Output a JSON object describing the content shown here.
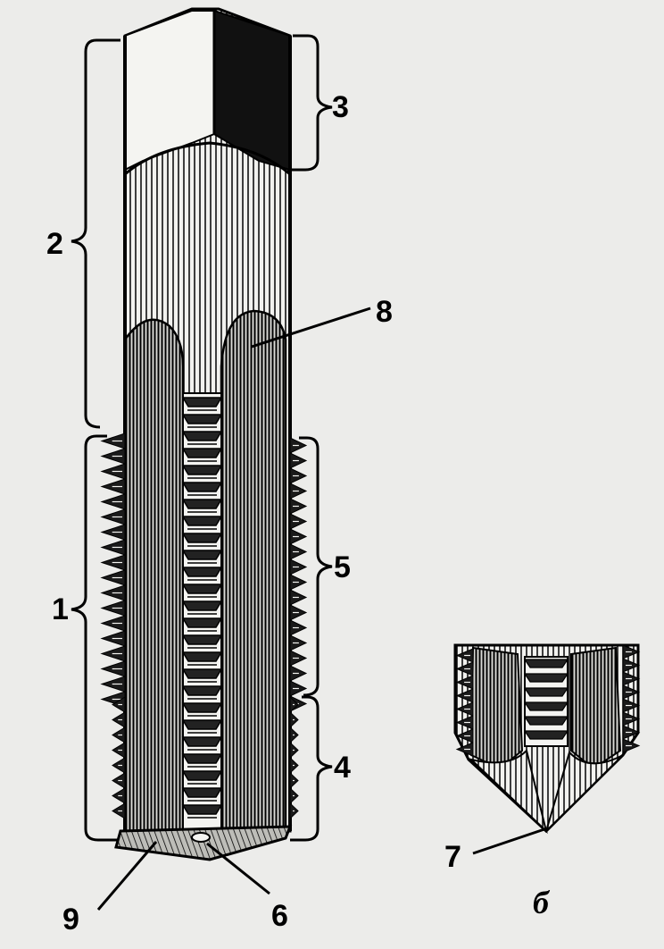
{
  "labels": {
    "l1": "1",
    "l2": "2",
    "l3": "3",
    "l4": "4",
    "l5": "5",
    "l6": "6",
    "l7": "7",
    "l8": "8",
    "l9": "9"
  },
  "caption_b": "б",
  "colors": {
    "ink": "#000000",
    "paper": "#ececea",
    "shade": "#1a1a1a"
  }
}
